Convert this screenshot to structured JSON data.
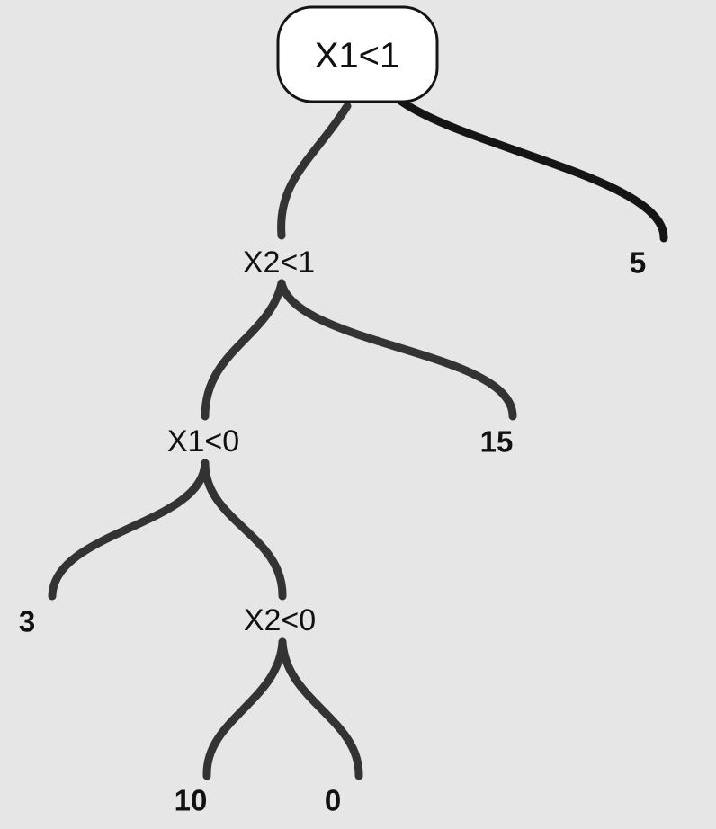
{
  "tree": {
    "root": {
      "label": "X1<1"
    },
    "splits": {
      "x2_lt_1": {
        "label": "X2<1"
      },
      "x1_lt_0": {
        "label": "X1<0"
      },
      "x2_lt_0": {
        "label": "X2<0"
      }
    },
    "leaves": {
      "five": {
        "label": "5"
      },
      "fifteen": {
        "label": "15"
      },
      "three": {
        "label": "3"
      },
      "ten": {
        "label": "10"
      },
      "zero": {
        "label": "0"
      }
    }
  },
  "colors": {
    "background": "#e6e6e6",
    "edge": "#333333",
    "root_fill": "#ffffff",
    "text": "#111111"
  }
}
